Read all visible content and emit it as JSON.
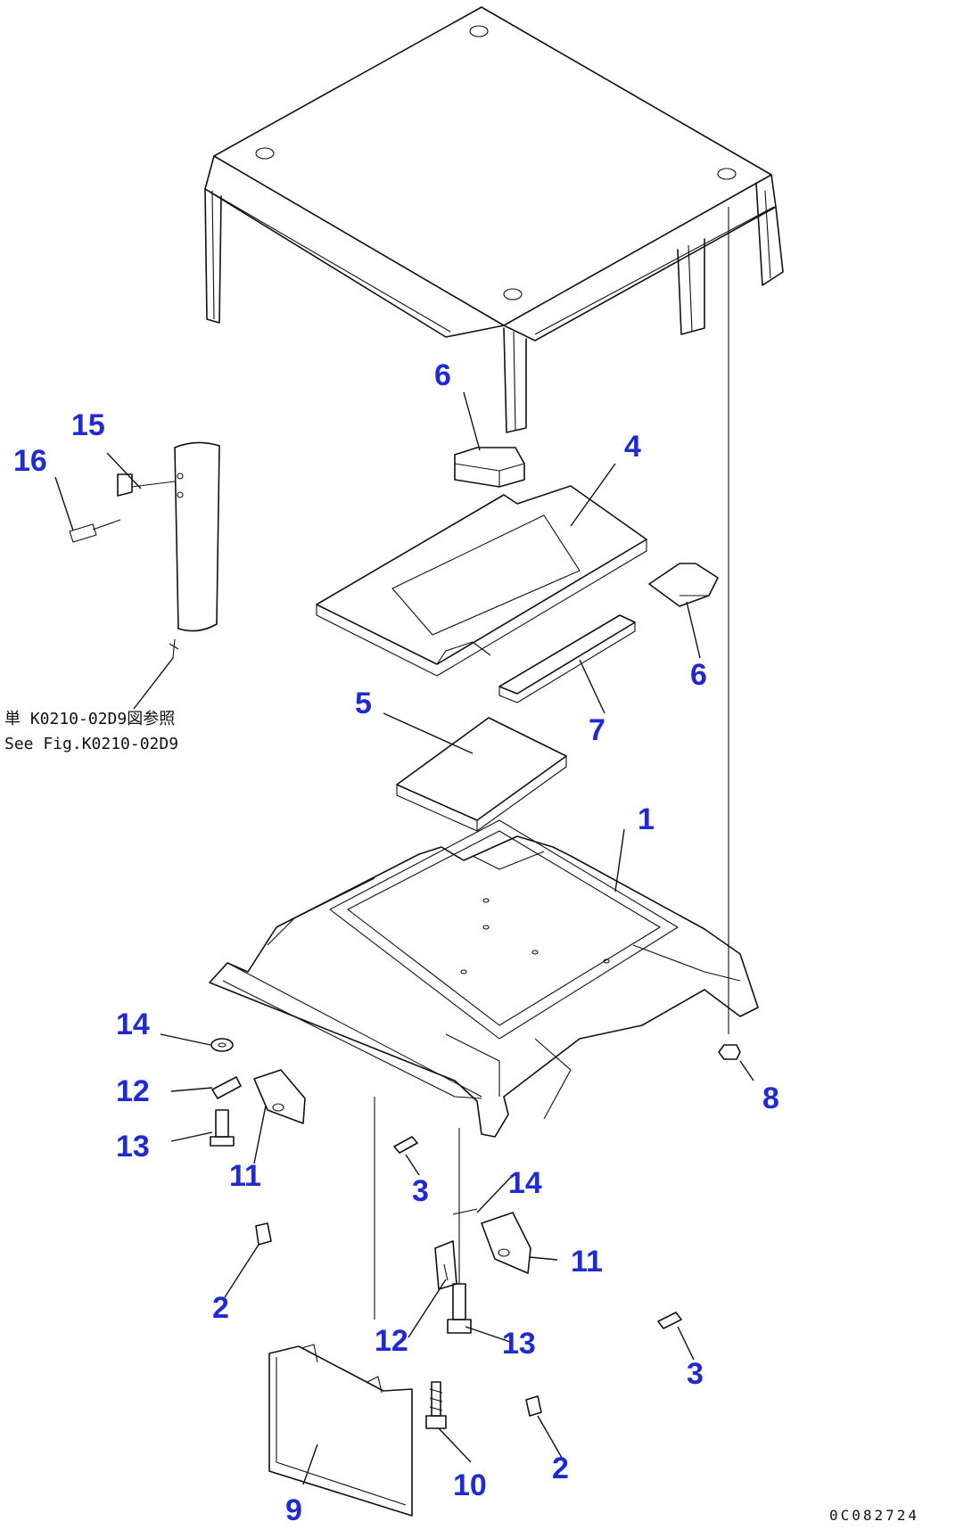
{
  "callouts": {
    "c1": "1",
    "c2a": "2",
    "c2b": "2",
    "c3a": "3",
    "c3b": "3",
    "c4": "4",
    "c5": "5",
    "c6a": "6",
    "c6b": "6",
    "c7": "7",
    "c8": "8",
    "c9": "9",
    "c10": "10",
    "c11a": "11",
    "c11b": "11",
    "c12a": "12",
    "c12b": "12",
    "c13a": "13",
    "c13b": "13",
    "c14a": "14",
    "c14b": "14",
    "c15": "15",
    "c16": "16"
  },
  "reference_note": {
    "line1": "単 K0210-02D9図参照",
    "line2": "See Fig.K0210-02D9"
  },
  "drawing_code": "0C082724"
}
